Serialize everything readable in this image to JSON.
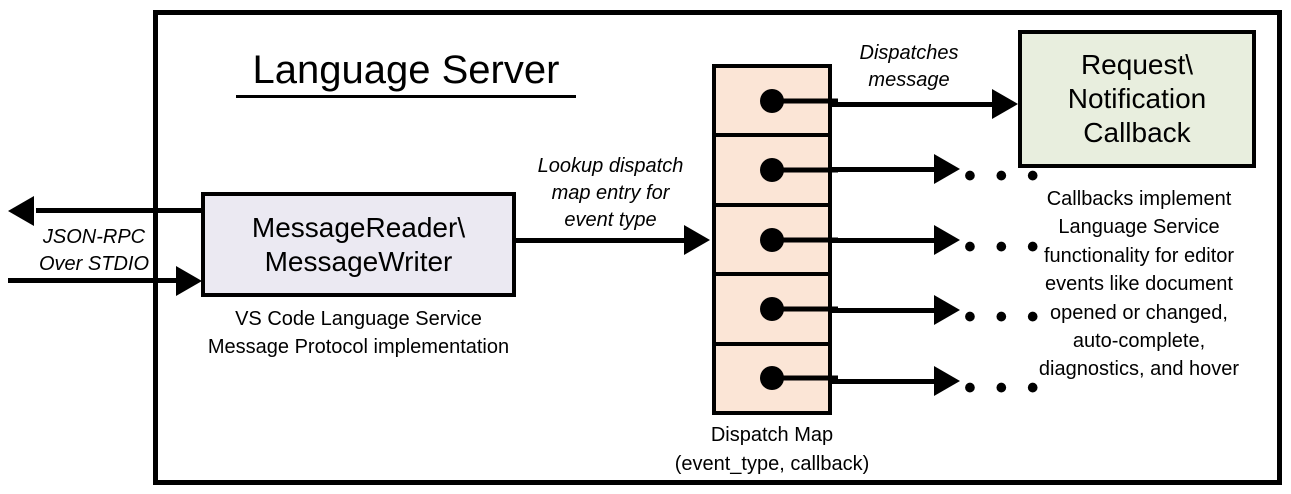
{
  "diagram": {
    "title": "Language Server",
    "outer_frame_name": "Language Server boundary"
  },
  "message_io": {
    "box_label": "MessageReader\\\nMessageWriter",
    "box_line1": "MessageReader\\",
    "box_line2": "MessageWriter",
    "caption_line1": "VS Code Language Service",
    "caption_line2": "Message Protocol implementation",
    "box_fill": "#ebe9f2"
  },
  "transport": {
    "label_line1": "JSON-RPC",
    "label_line2": "Over STDIO",
    "inbound_arrow": "arrow pointing right into MessageReader",
    "outbound_arrow": "arrow pointing left out of MessageWriter"
  },
  "lookup": {
    "label_line1": "Lookup dispatch",
    "label_line2": "map entry for",
    "label_line3": "event type"
  },
  "dispatch_map": {
    "caption_line1": "Dispatch Map",
    "caption_line2": "(event_type, callback)",
    "cell_fill": "#fbe5d6",
    "cell_count": 5,
    "cells": [
      {
        "index": 0,
        "marker": "callback-dot",
        "target": "Request\\Notification Callback"
      },
      {
        "index": 1,
        "marker": "callback-dot",
        "target": "..."
      },
      {
        "index": 2,
        "marker": "callback-dot",
        "target": "..."
      },
      {
        "index": 3,
        "marker": "callback-dot",
        "target": "..."
      },
      {
        "index": 4,
        "marker": "callback-dot",
        "target": "..."
      }
    ]
  },
  "dispatch": {
    "label_line1": "Dispatches",
    "label_line2": "message"
  },
  "callback": {
    "box_line1": "Request\\",
    "box_line2": "Notification",
    "box_line3": "Callback",
    "box_fill": "#e8eede",
    "caption_line1": "Callbacks implement",
    "caption_line2": "Language Service",
    "caption_line3": "functionality for editor",
    "caption_line4": "events like document",
    "caption_line5": "opened or changed,",
    "caption_line6": "auto-complete,",
    "caption_line7": "diagnostics, and hover"
  },
  "ellipsis": {
    "glyph": "• • •"
  }
}
